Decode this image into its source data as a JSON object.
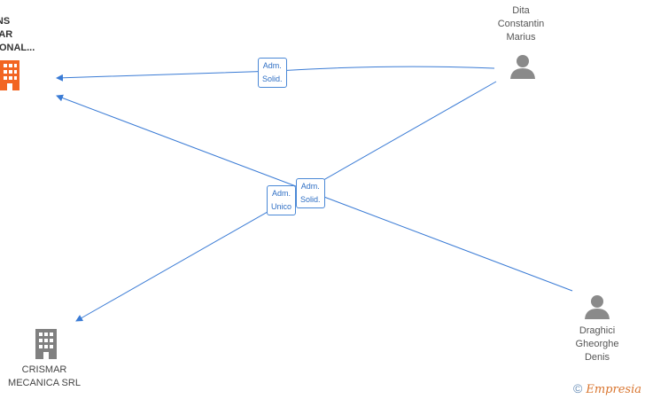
{
  "nodes": {
    "company_main": {
      "label_lines": [
        "RANS",
        "MMAR",
        "ACIONAL..."
      ],
      "icon": "building-icon",
      "color": "#f26522"
    },
    "company_crismar": {
      "label_lines": [
        "CRISMAR",
        "MECANICA SRL"
      ],
      "icon": "building-icon",
      "color": "#808080"
    },
    "person_dita": {
      "label_lines": [
        "Dita",
        "Constantin",
        "Marius"
      ],
      "icon": "person-icon",
      "color": "#8a8a8a"
    },
    "person_draghici": {
      "label_lines": [
        "Draghici",
        "Gheorghe",
        "Denis"
      ],
      "icon": "person-icon",
      "color": "#8a8a8a"
    }
  },
  "edges": [
    {
      "from": "person_dita",
      "to": "company_main",
      "label_lines": [
        "Adm.",
        "Solid."
      ]
    },
    {
      "from": "person_dita",
      "to": "company_crismar",
      "label_lines": [
        "Adm.",
        "Unico"
      ]
    },
    {
      "from": "person_draghici",
      "to": "company_main",
      "label_lines": [
        "Adm.",
        "Solid."
      ]
    }
  ],
  "colors": {
    "edge": "#3a7bd5",
    "label_border": "#4a88d6",
    "label_text": "#2f6fc4"
  },
  "footer": {
    "copyright_symbol": "©",
    "brand": "Empresia"
  }
}
